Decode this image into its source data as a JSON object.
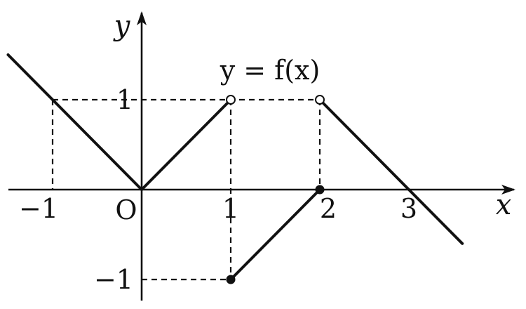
{
  "chart_data": {
    "type": "line",
    "title": "y = f(x)",
    "xlabel": "x",
    "ylabel": "y",
    "origin_label": "O",
    "x_ticks": [
      {
        "value": -1,
        "label": "−1"
      },
      {
        "value": 1,
        "label": "1"
      },
      {
        "value": 2,
        "label": "2"
      },
      {
        "value": 3,
        "label": "3"
      }
    ],
    "y_ticks": [
      {
        "value": 1,
        "label": "1"
      },
      {
        "value": -1,
        "label": "−1"
      }
    ],
    "xlim": [
      -1.5,
      4
    ],
    "ylim": [
      -1.2,
      1.9
    ],
    "grid": false,
    "series": [
      {
        "x": [
          -1.5,
          0
        ],
        "y": [
          1.5,
          0
        ]
      },
      {
        "x": [
          0,
          1
        ],
        "y": [
          0,
          1
        ]
      },
      {
        "x": [
          1,
          2
        ],
        "y": [
          -1,
          0
        ]
      },
      {
        "x": [
          2,
          3.6
        ],
        "y": [
          1,
          -0.6
        ]
      }
    ],
    "points": [
      {
        "x": 1,
        "y": 1,
        "filled": false
      },
      {
        "x": 2,
        "y": 1,
        "filled": false
      },
      {
        "x": 1,
        "y": -1,
        "filled": true
      },
      {
        "x": 2,
        "y": 0,
        "filled": true
      }
    ],
    "guide_lines": [
      {
        "x": [
          -1,
          2
        ],
        "y": [
          1,
          1
        ]
      },
      {
        "x": [
          -1,
          -1
        ],
        "y": [
          1,
          0
        ]
      },
      {
        "x": [
          1,
          1
        ],
        "y": [
          1,
          -1
        ]
      },
      {
        "x": [
          2,
          2
        ],
        "y": [
          1,
          0
        ]
      },
      {
        "x": [
          0,
          1
        ],
        "y": [
          -1,
          -1
        ]
      }
    ]
  }
}
